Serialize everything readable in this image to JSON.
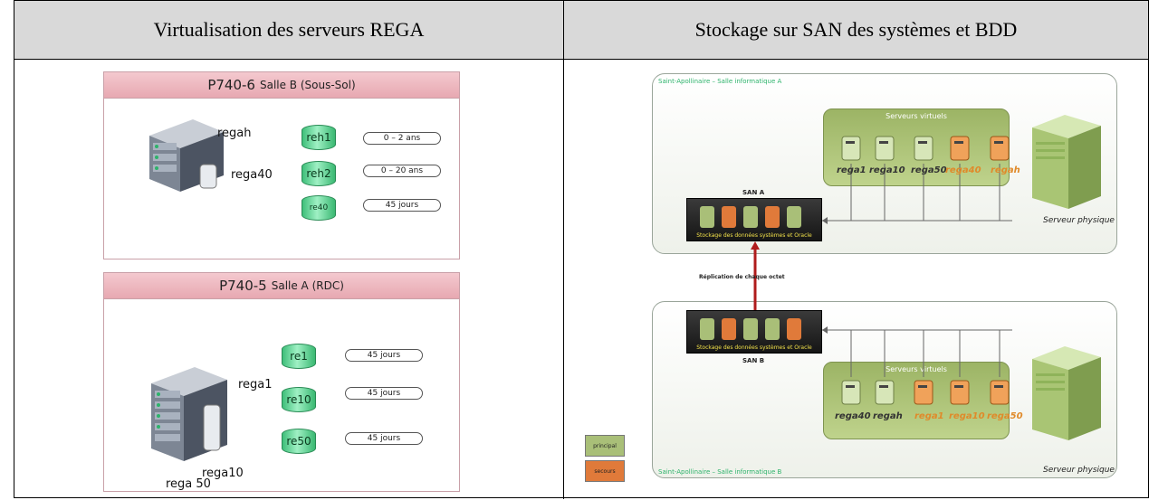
{
  "headers": {
    "left": "Virtualisation des serveurs REGA",
    "right": "Stockage sur SAN des systèmes et BDD"
  },
  "left_panels": [
    {
      "title_main": "P740-6",
      "title_sub": "Salle B (Sous-Sol)",
      "server_labels": [
        "regah",
        "rega40"
      ],
      "volumes": [
        {
          "name": "reh1",
          "retention": "0 – 2 ans"
        },
        {
          "name": "reh2",
          "retention": "0 – 20 ans"
        },
        {
          "name": "re40",
          "retention": "45 jours"
        }
      ]
    },
    {
      "title_main": "P740-5",
      "title_sub": "Salle A (RDC)",
      "server_labels": [
        "rega1",
        "rega10",
        "rega 50"
      ],
      "volumes": [
        {
          "name": "re1",
          "retention": "45 jours"
        },
        {
          "name": "re10",
          "retention": "45 jours"
        },
        {
          "name": "re50",
          "retention": "45 jours"
        }
      ]
    }
  ],
  "san_diagram": {
    "site_a": "Saint-Apollinaire – Salle informatique A",
    "site_b": "Saint-Apollinaire – Salle informatique B",
    "virtual_servers_title": "Serveurs virtuels",
    "site_a_vms": [
      {
        "name": "rega1",
        "role": "principal"
      },
      {
        "name": "rega10",
        "role": "principal"
      },
      {
        "name": "rega50",
        "role": "principal"
      },
      {
        "name": "rega40",
        "role": "secours"
      },
      {
        "name": "regah",
        "role": "secours"
      }
    ],
    "site_b_vms": [
      {
        "name": "rega40",
        "role": "principal"
      },
      {
        "name": "regah",
        "role": "principal"
      },
      {
        "name": "rega1",
        "role": "secours"
      },
      {
        "name": "rega10",
        "role": "secours"
      },
      {
        "name": "rega50",
        "role": "secours"
      }
    ],
    "san_a_label": "SAN A",
    "san_b_label": "SAN B",
    "san_caption": "Stockage des données systèmes et Oracle",
    "replication": "Réplication de chaque octet",
    "physical_server": "Serveur physique",
    "legend": [
      "principal",
      "secours"
    ],
    "colors": {
      "principal": "#a9bf78",
      "secours": "#e07a3a",
      "link": "#b01c1c",
      "site_text": "#2db36b"
    }
  }
}
